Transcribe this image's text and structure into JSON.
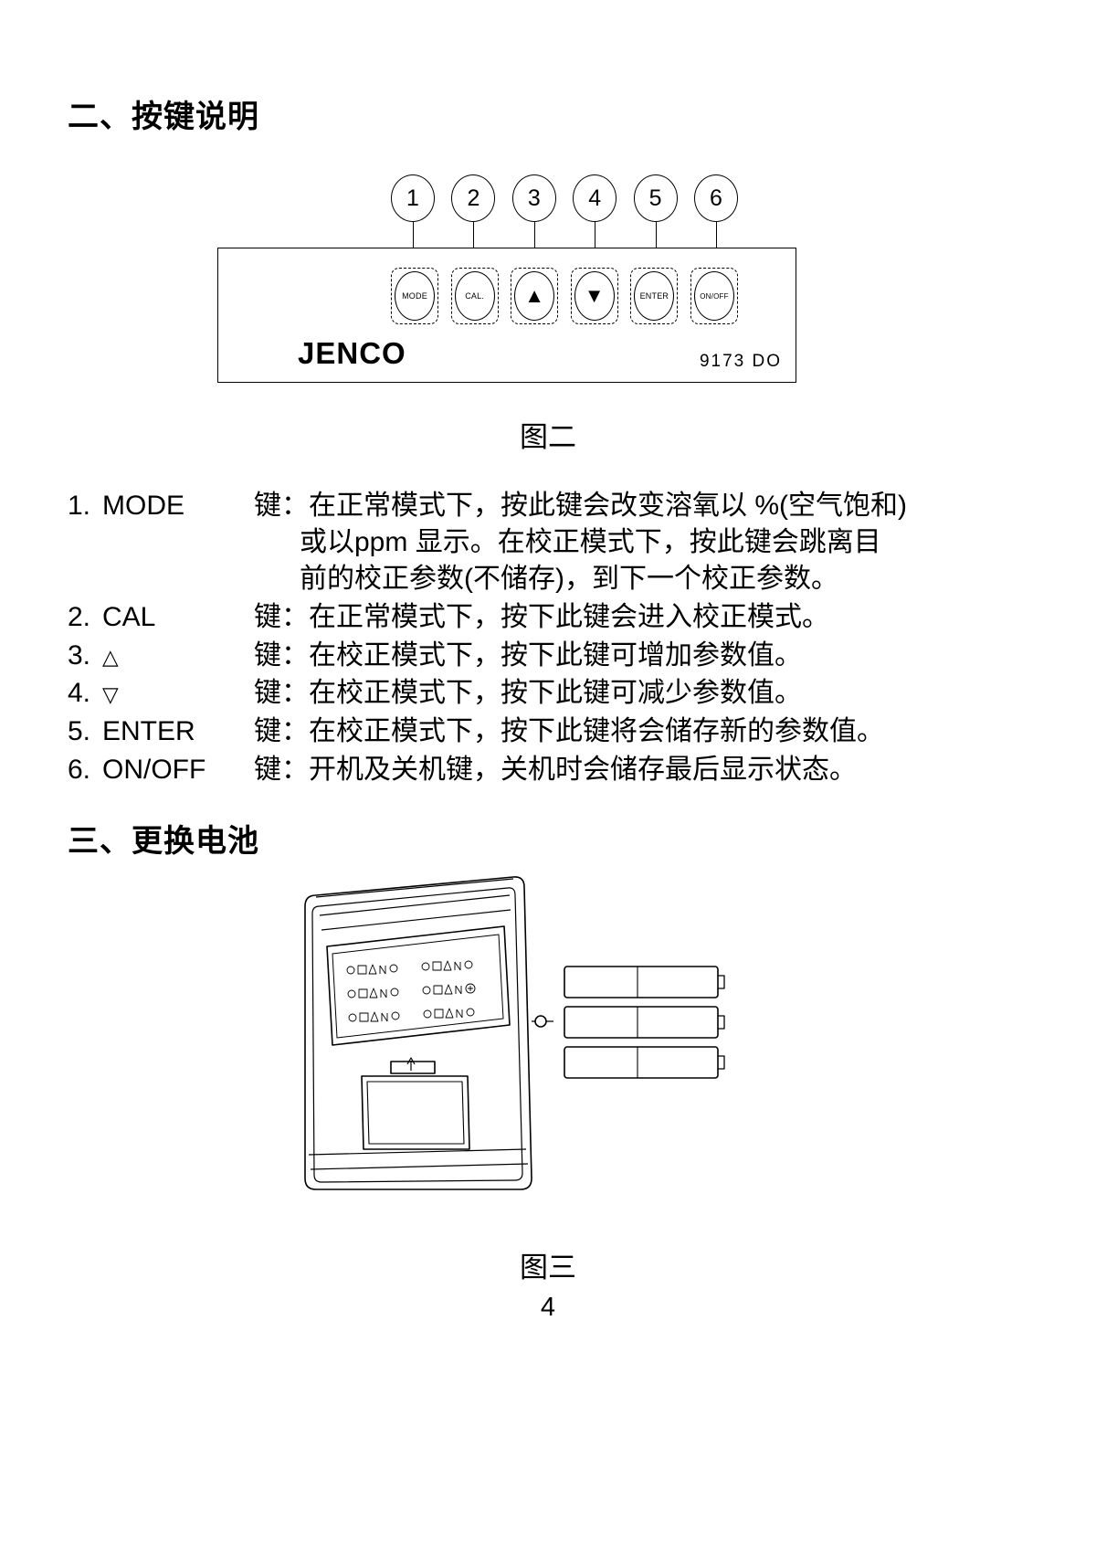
{
  "headings": {
    "keys": "二、按键说明",
    "battery": "三、更换电池"
  },
  "figure2": {
    "caption": "图二",
    "brand": "JENCO",
    "model": "9173  DO",
    "callouts": [
      "1",
      "2",
      "3",
      "4",
      "5",
      "6"
    ],
    "keys": [
      {
        "label": "MODE",
        "icon": "mode-key"
      },
      {
        "label": "CAL.",
        "icon": "cal-key"
      },
      {
        "label": "▲",
        "icon": "up-arrow-key"
      },
      {
        "label": "▼",
        "icon": "down-arrow-key"
      },
      {
        "label": "ENTER",
        "icon": "enter-key"
      },
      {
        "label": "ON/OFF",
        "icon": "on-off-key"
      }
    ]
  },
  "key_list": [
    {
      "number": "1.",
      "name": "MODE",
      "desc_line1": "键：在正常模式下，按此键会改变溶氧以 %(空气饱和)",
      "desc_line2": "或以ppm 显示。在校正模式下，按此键会跳离目",
      "desc_line3": "前的校正参数(不储存)，到下一个校正参数。"
    },
    {
      "number": "2.",
      "name": "CAL",
      "desc_line1": "键：在正常模式下，按下此键会进入校正模式。"
    },
    {
      "number": "3.",
      "name": "△",
      "desc_line1": "键：在校正模式下，按下此键可增加参数值。"
    },
    {
      "number": "4.",
      "name": "▽",
      "desc_line1": "键：在校正模式下，按下此键可减少参数值。"
    },
    {
      "number": "5.",
      "name": "ENTER",
      "desc_line1": "键：在校正模式下，按下此键将会储存新的参数值。"
    },
    {
      "number": "6.",
      "name": "ON/OFF",
      "desc_line1": "键：开机及关机键，关机时会储存最后显示状态。"
    }
  ],
  "figure3": {
    "caption": "图三"
  },
  "page_number": "4"
}
